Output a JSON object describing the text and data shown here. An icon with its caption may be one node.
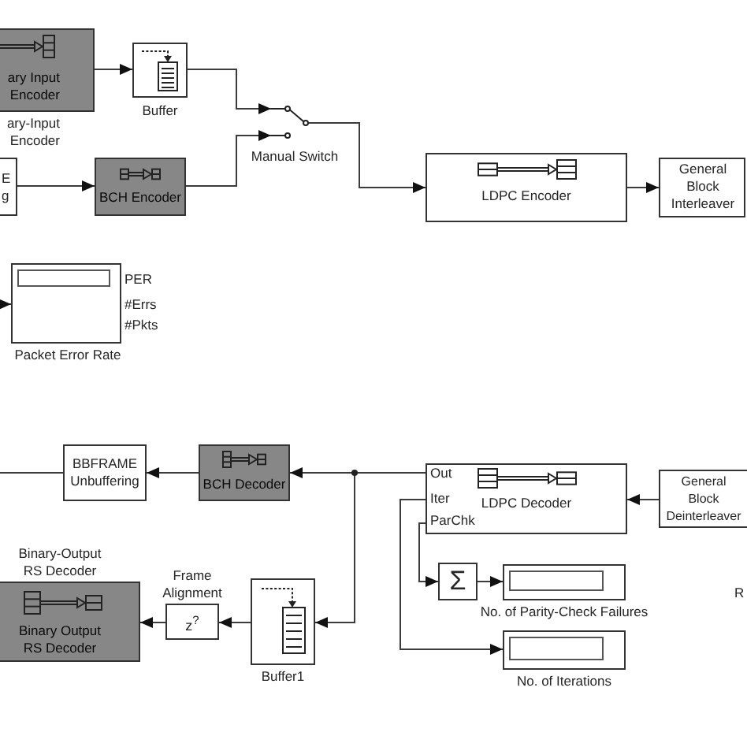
{
  "diagram": {
    "nodes": [
      {
        "text": [
          "ary Input Encoder"
        ],
        "beside": [
          "ary-Input Encoder"
        ]
      },
      {
        "text": [],
        "shape": "box",
        "beside": [
          "Buffer"
        ]
      },
      {
        "text": [],
        "shape": "switch",
        "beside": [
          "Manual Switch"
        ]
      },
      {
        "text": [
          "E g"
        ]
      },
      {
        "text": [
          "BCH Encoder"
        ]
      },
      {
        "text": [
          "LDPC Encoder"
        ]
      },
      {
        "text": [
          "General Block Interleaver"
        ]
      },
      {
        "text": [],
        "shape": "box",
        "beside": [
          "PER",
          "#Errs",
          "#Pkts",
          "Packet Error Rate"
        ]
      },
      {
        "text": [
          "BBFRAME Unbuffering"
        ]
      },
      {
        "text": [
          "BCH Decoder"
        ]
      },
      {
        "text": [
          "Out",
          "Iter",
          "ParChk",
          "LDPC Decoder"
        ]
      },
      {
        "text": [
          "General Block Deinterleaver"
        ]
      },
      {
        "text": [
          "Binary Output RS Decoder"
        ],
        "beside": [
          "Binary-Output RS Decoder"
        ]
      },
      {
        "text": [
          "z$^{?}$"
        ],
        "beside": [
          "Frame Alignment"
        ]
      },
      {
        "text": [],
        "shape": "box",
        "beside": [
          "Buffer1"
        ]
      },
      {
        "text": [
          "Σ"
        ]
      },
      {
        "text": [],
        "shape": "box",
        "beside": [
          "No. of Parity-Check Failures"
        ]
      },
      {
        "text": [],
        "shape": "box",
        "beside": [
          "No. of Iterations"
        ]
      }
    ],
    "edges": [
      {
        "from": 0,
        "to": 1,
        "arrow": "to"
      },
      {
        "from": 1,
        "to": 2,
        "arrow": "to"
      },
      {
        "from": 3,
        "to": 4,
        "arrow": "to"
      },
      {
        "from": 4,
        "to": 2,
        "arrow": "to"
      },
      {
        "from": 2,
        "to": 5,
        "arrow": "to"
      },
      {
        "from": 5,
        "to": 6,
        "arrow": "to"
      },
      {
        "from": null,
        "to": 7,
        "arrow": "to"
      },
      {
        "from": 8,
        "to": null,
        "arrow": "none"
      },
      {
        "from": 9,
        "to": 8,
        "arrow": "to"
      },
      {
        "from": 10,
        "to": 9,
        "arrow": "to"
      },
      {
        "from": 10,
        "to": 14,
        "arrow": "to"
      },
      {
        "from": 11,
        "to": 10,
        "arrow": "to"
      },
      {
        "from": 14,
        "to": 13,
        "arrow": "to"
      },
      {
        "from": 13,
        "to": 12,
        "arrow": "to"
      },
      {
        "from": 10,
        "to": 15,
        "arrow": "to"
      },
      {
        "from": 15,
        "to": 16,
        "arrow": "to"
      },
      {
        "from": 10,
        "to": 17,
        "arrow": "to"
      }
    ],
    "labels": [
      "R"
    ]
  }
}
